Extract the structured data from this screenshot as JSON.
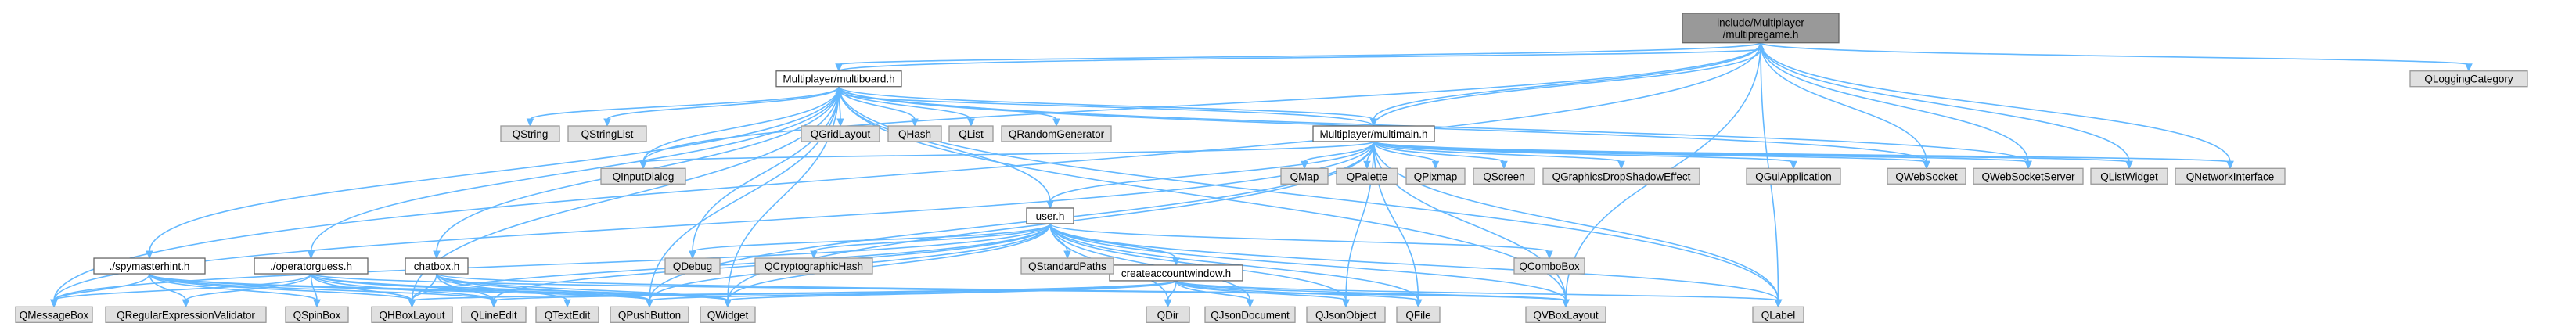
{
  "diagram": {
    "nodes": [
      {
        "id": "n0",
        "lines": [
          "include/Multiplayer",
          "/multipregame.h"
        ],
        "kind": "focus"
      },
      {
        "id": "n1",
        "lines": [
          "Multiplayer/multiboard.h"
        ],
        "kind": "file"
      },
      {
        "id": "n2",
        "lines": [
          "Multiplayer/multimain.h"
        ],
        "kind": "file"
      },
      {
        "id": "n3",
        "lines": [
          "user.h"
        ],
        "kind": "file"
      },
      {
        "id": "n4",
        "lines": [
          "createaccountwindow.h"
        ],
        "kind": "file"
      },
      {
        "id": "n5",
        "lines": [
          "./spymasterhint.h"
        ],
        "kind": "file"
      },
      {
        "id": "n6",
        "lines": [
          "./operatorguess.h"
        ],
        "kind": "file"
      },
      {
        "id": "n7",
        "lines": [
          "chatbox.h"
        ],
        "kind": "file"
      },
      {
        "id": "e_qloggingcategory",
        "lines": [
          "QLoggingCategory"
        ],
        "kind": "ext"
      },
      {
        "id": "e_qstring",
        "lines": [
          "QString"
        ],
        "kind": "ext"
      },
      {
        "id": "e_qstringlist",
        "lines": [
          "QStringList"
        ],
        "kind": "ext"
      },
      {
        "id": "e_qgridlayout",
        "lines": [
          "QGridLayout"
        ],
        "kind": "ext"
      },
      {
        "id": "e_qhash",
        "lines": [
          "QHash"
        ],
        "kind": "ext"
      },
      {
        "id": "e_qlist",
        "lines": [
          "QList"
        ],
        "kind": "ext"
      },
      {
        "id": "e_qrandomgenerator",
        "lines": [
          "QRandomGenerator"
        ],
        "kind": "ext"
      },
      {
        "id": "e_qinputdialog",
        "lines": [
          "QInputDialog"
        ],
        "kind": "ext"
      },
      {
        "id": "e_qmap",
        "lines": [
          "QMap"
        ],
        "kind": "ext"
      },
      {
        "id": "e_qpalette",
        "lines": [
          "QPalette"
        ],
        "kind": "ext"
      },
      {
        "id": "e_qpixmap",
        "lines": [
          "QPixmap"
        ],
        "kind": "ext"
      },
      {
        "id": "e_qscreen",
        "lines": [
          "QScreen"
        ],
        "kind": "ext"
      },
      {
        "id": "e_qgraphicsdropshadoweffect",
        "lines": [
          "QGraphicsDropShadowEffect"
        ],
        "kind": "ext"
      },
      {
        "id": "e_qguiapplication",
        "lines": [
          "QGuiApplication"
        ],
        "kind": "ext"
      },
      {
        "id": "e_qwebsocket",
        "lines": [
          "QWebSocket"
        ],
        "kind": "ext"
      },
      {
        "id": "e_qwebsocketserver",
        "lines": [
          "QWebSocketServer"
        ],
        "kind": "ext"
      },
      {
        "id": "e_qlistwidget",
        "lines": [
          "QListWidget"
        ],
        "kind": "ext"
      },
      {
        "id": "e_qnetworkinterface",
        "lines": [
          "QNetworkInterface"
        ],
        "kind": "ext"
      },
      {
        "id": "e_qdebug",
        "lines": [
          "QDebug"
        ],
        "kind": "ext"
      },
      {
        "id": "e_qcryptographichash",
        "lines": [
          "QCryptographicHash"
        ],
        "kind": "ext"
      },
      {
        "id": "e_qstandardpaths",
        "lines": [
          "QStandardPaths"
        ],
        "kind": "ext"
      },
      {
        "id": "e_qcombobox",
        "lines": [
          "QComboBox"
        ],
        "kind": "ext"
      },
      {
        "id": "e_qmessagebox",
        "lines": [
          "QMessageBox"
        ],
        "kind": "ext"
      },
      {
        "id": "e_qregularexpressionvalidator",
        "lines": [
          "QRegularExpressionValidator"
        ],
        "kind": "ext"
      },
      {
        "id": "e_qspinbox",
        "lines": [
          "QSpinBox"
        ],
        "kind": "ext"
      },
      {
        "id": "e_qhboxlayout",
        "lines": [
          "QHBoxLayout"
        ],
        "kind": "ext"
      },
      {
        "id": "e_qlineedit",
        "lines": [
          "QLineEdit"
        ],
        "kind": "ext"
      },
      {
        "id": "e_qtextedit",
        "lines": [
          "QTextEdit"
        ],
        "kind": "ext"
      },
      {
        "id": "e_qpushbutton",
        "lines": [
          "QPushButton"
        ],
        "kind": "ext"
      },
      {
        "id": "e_qwidget",
        "lines": [
          "QWidget"
        ],
        "kind": "ext"
      },
      {
        "id": "e_qdir",
        "lines": [
          "QDir"
        ],
        "kind": "ext"
      },
      {
        "id": "e_qjsondocument",
        "lines": [
          "QJsonDocument"
        ],
        "kind": "ext"
      },
      {
        "id": "e_qjsonobject",
        "lines": [
          "QJsonObject"
        ],
        "kind": "ext"
      },
      {
        "id": "e_qfile",
        "lines": [
          "QFile"
        ],
        "kind": "ext"
      },
      {
        "id": "e_qvboxlayout",
        "lines": [
          "QVBoxLayout"
        ],
        "kind": "ext"
      },
      {
        "id": "e_qlabel",
        "lines": [
          "QLabel"
        ],
        "kind": "ext"
      }
    ],
    "edges": [
      [
        "n0",
        "n1"
      ],
      [
        "n0",
        "n2"
      ],
      [
        "n0",
        "e_qloggingcategory"
      ],
      [
        "n0",
        "e_qwebsocket"
      ],
      [
        "n0",
        "e_qwebsocketserver"
      ],
      [
        "n0",
        "e_qlistwidget"
      ],
      [
        "n0",
        "e_qnetworkinterface"
      ],
      [
        "n0",
        "e_qmessagebox"
      ],
      [
        "n0",
        "e_qlabel"
      ],
      [
        "n0",
        "e_qvboxlayout"
      ],
      [
        "n0",
        "e_qinputdialog"
      ],
      [
        "n1",
        "n0"
      ],
      [
        "n1",
        "n2"
      ],
      [
        "n1",
        "n3"
      ],
      [
        "n1",
        "n5"
      ],
      [
        "n1",
        "n6"
      ],
      [
        "n1",
        "n7"
      ],
      [
        "n1",
        "e_qstring"
      ],
      [
        "n1",
        "e_qstringlist"
      ],
      [
        "n1",
        "e_qgridlayout"
      ],
      [
        "n1",
        "e_qhash"
      ],
      [
        "n1",
        "e_qlist"
      ],
      [
        "n1",
        "e_qrandomgenerator"
      ],
      [
        "n1",
        "e_qinputdialog"
      ],
      [
        "n1",
        "e_qdebug"
      ],
      [
        "n1",
        "e_qpushbutton"
      ],
      [
        "n1",
        "e_qwidget"
      ],
      [
        "n1",
        "e_qhboxlayout"
      ],
      [
        "n1",
        "e_qvboxlayout"
      ],
      [
        "n1",
        "e_qlabel"
      ],
      [
        "n1",
        "e_qwebsocket"
      ],
      [
        "n1",
        "e_qwebsocketserver"
      ],
      [
        "n2",
        "n0"
      ],
      [
        "n2",
        "n1"
      ],
      [
        "n2",
        "n3"
      ],
      [
        "n2",
        "e_qinputdialog"
      ],
      [
        "n2",
        "e_qmap"
      ],
      [
        "n2",
        "e_qpalette"
      ],
      [
        "n2",
        "e_qpixmap"
      ],
      [
        "n2",
        "e_qscreen"
      ],
      [
        "n2",
        "e_qgraphicsdropshadoweffect"
      ],
      [
        "n2",
        "e_qguiapplication"
      ],
      [
        "n2",
        "e_qwebsocket"
      ],
      [
        "n2",
        "e_qwebsocketserver"
      ],
      [
        "n2",
        "e_qlistwidget"
      ],
      [
        "n2",
        "e_qnetworkinterface"
      ],
      [
        "n2",
        "e_qmessagebox"
      ],
      [
        "n2",
        "e_qpushbutton"
      ],
      [
        "n2",
        "e_qwidget"
      ],
      [
        "n2",
        "e_qvboxlayout"
      ],
      [
        "n2",
        "e_qlabel"
      ],
      [
        "n2",
        "e_qfile"
      ],
      [
        "n2",
        "e_qjsonobject"
      ],
      [
        "n3",
        "n4"
      ],
      [
        "n3",
        "e_qdebug"
      ],
      [
        "n3",
        "e_qcryptographichash"
      ],
      [
        "n3",
        "e_qstandardpaths"
      ],
      [
        "n3",
        "e_qcombobox"
      ],
      [
        "n3",
        "e_qdir"
      ],
      [
        "n3",
        "e_qfile"
      ],
      [
        "n3",
        "e_qjsondocument"
      ],
      [
        "n3",
        "e_qjsonobject"
      ],
      [
        "n3",
        "e_qlineedit"
      ],
      [
        "n3",
        "e_qpushbutton"
      ],
      [
        "n3",
        "e_qwidget"
      ],
      [
        "n3",
        "e_qvboxlayout"
      ],
      [
        "n3",
        "e_qlabel"
      ],
      [
        "n3",
        "e_qmessagebox"
      ],
      [
        "n3",
        "e_qhboxlayout"
      ],
      [
        "n4",
        "e_qdir"
      ],
      [
        "n4",
        "e_qjsondocument"
      ],
      [
        "n4",
        "e_qjsonobject"
      ],
      [
        "n4",
        "e_qfile"
      ],
      [
        "n4",
        "e_qvboxlayout"
      ],
      [
        "n4",
        "e_qlabel"
      ],
      [
        "n4",
        "e_qwidget"
      ],
      [
        "n4",
        "e_qpushbutton"
      ],
      [
        "n4",
        "e_qlineedit"
      ],
      [
        "n4",
        "e_qhboxlayout"
      ],
      [
        "n5",
        "e_qmessagebox"
      ],
      [
        "n5",
        "e_qregularexpressionvalidator"
      ],
      [
        "n5",
        "e_qspinbox"
      ],
      [
        "n5",
        "e_qhboxlayout"
      ],
      [
        "n5",
        "e_qlineedit"
      ],
      [
        "n5",
        "e_qpushbutton"
      ],
      [
        "n5",
        "e_qwidget"
      ],
      [
        "n6",
        "e_qmessagebox"
      ],
      [
        "n6",
        "e_qregularexpressionvalidator"
      ],
      [
        "n6",
        "e_qhboxlayout"
      ],
      [
        "n6",
        "e_qlineedit"
      ],
      [
        "n6",
        "e_qpushbutton"
      ],
      [
        "n6",
        "e_qwidget"
      ],
      [
        "n6",
        "e_qvboxlayout"
      ],
      [
        "n6",
        "e_qspinbox"
      ],
      [
        "n7",
        "e_qhboxlayout"
      ],
      [
        "n7",
        "e_qlineedit"
      ],
      [
        "n7",
        "e_qtextedit"
      ],
      [
        "n7",
        "e_qpushbutton"
      ],
      [
        "n7",
        "e_qvboxlayout"
      ],
      [
        "n7",
        "e_qwidget"
      ]
    ]
  }
}
